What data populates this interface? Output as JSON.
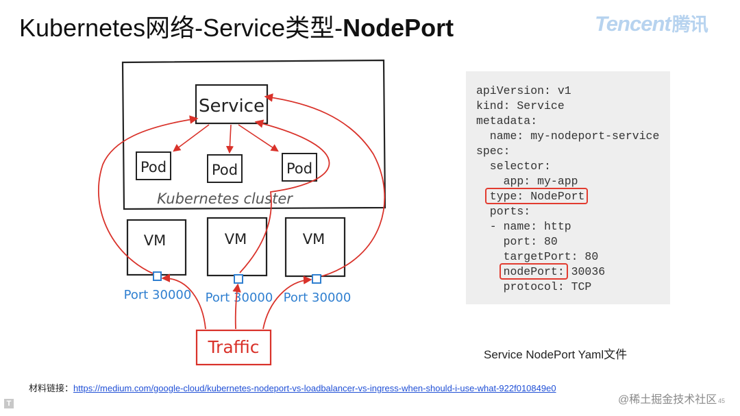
{
  "title": {
    "prefix": "Kubernetes网络-Service类型-",
    "bold": "NodePort"
  },
  "logo": {
    "latin": "Tencent",
    "cn": "腾讯"
  },
  "diagram": {
    "service_label": "Service",
    "pods": [
      "Pod",
      "Pod",
      "Pod"
    ],
    "cluster_label": "Kubernetes cluster",
    "vms": [
      "VM",
      "VM",
      "VM"
    ],
    "ports": [
      "Port 30000",
      "Port 30000",
      "Port 30000"
    ],
    "traffic_label": "Traffic",
    "colors": {
      "arrow": "#d9322a",
      "port": "#2f7fd0",
      "ink": "#222222"
    }
  },
  "yaml": {
    "lines": [
      "apiVersion: v1",
      "kind: Service",
      "metadata:",
      "  name: my-nodeport-service",
      "spec:",
      "  selector:",
      "    app: my-app",
      "  type: NodePort",
      "  ports:",
      "  - name: http",
      "    port: 80",
      "    targetPort: 80",
      "    nodePort: 30036",
      "    protocol: TCP"
    ]
  },
  "caption": "Service NodePort Yaml文件",
  "reference": {
    "label": "材料链接：",
    "url": "https://medium.com/google-cloud/kubernetes-nodeport-vs-loadbalancer-vs-ingress-when-should-i-use-what-922f010849e0"
  },
  "watermark": "@稀土掘金技术社区",
  "corner_mark": "T",
  "page_number": "45"
}
